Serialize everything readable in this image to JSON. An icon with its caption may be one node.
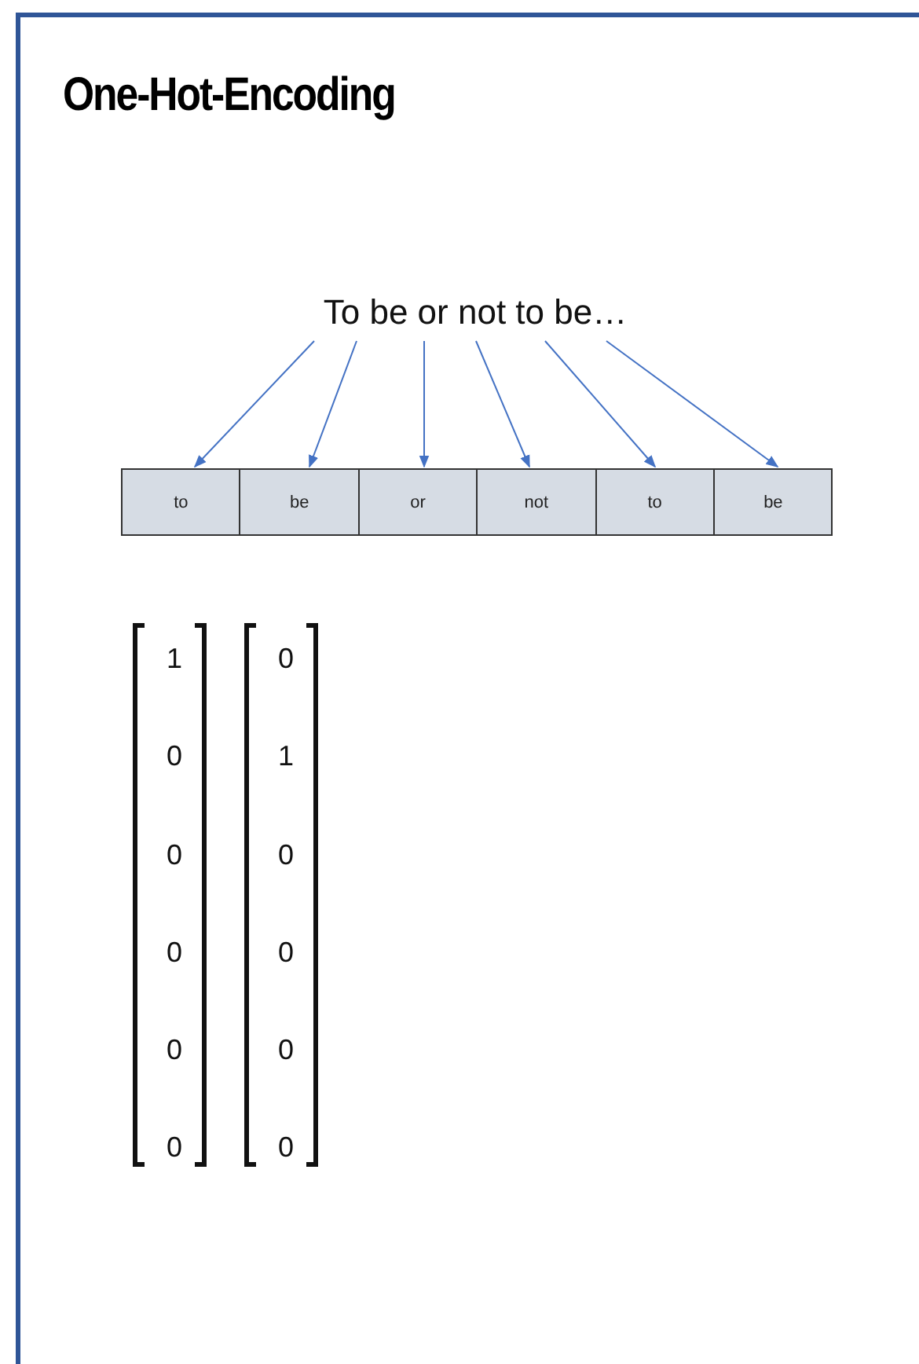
{
  "diagram": {
    "title": "One-Hot-Encoding",
    "nodes": [
      {
        "text": [
          "To be or not to be…"
        ]
      },
      {
        "text": [
          "to"
        ]
      },
      {
        "text": [
          "be"
        ]
      },
      {
        "text": [
          "or"
        ]
      },
      {
        "text": [
          "not"
        ]
      },
      {
        "text": [
          "to"
        ]
      },
      {
        "text": [
          "be"
        ]
      }
    ],
    "edges": [
      {
        "from": 0,
        "to": 1,
        "arrow": "to"
      },
      {
        "from": 0,
        "to": 2,
        "arrow": "to"
      },
      {
        "from": 0,
        "to": 3,
        "arrow": "to"
      },
      {
        "from": 0,
        "to": 4,
        "arrow": "to"
      },
      {
        "from": 0,
        "to": 5,
        "arrow": "to"
      },
      {
        "from": 0,
        "to": 6,
        "arrow": "to"
      }
    ],
    "labels": [
      "1",
      "0",
      "0",
      "1",
      "0",
      "0",
      "0",
      "0",
      "0",
      "0",
      "0",
      "0"
    ]
  }
}
